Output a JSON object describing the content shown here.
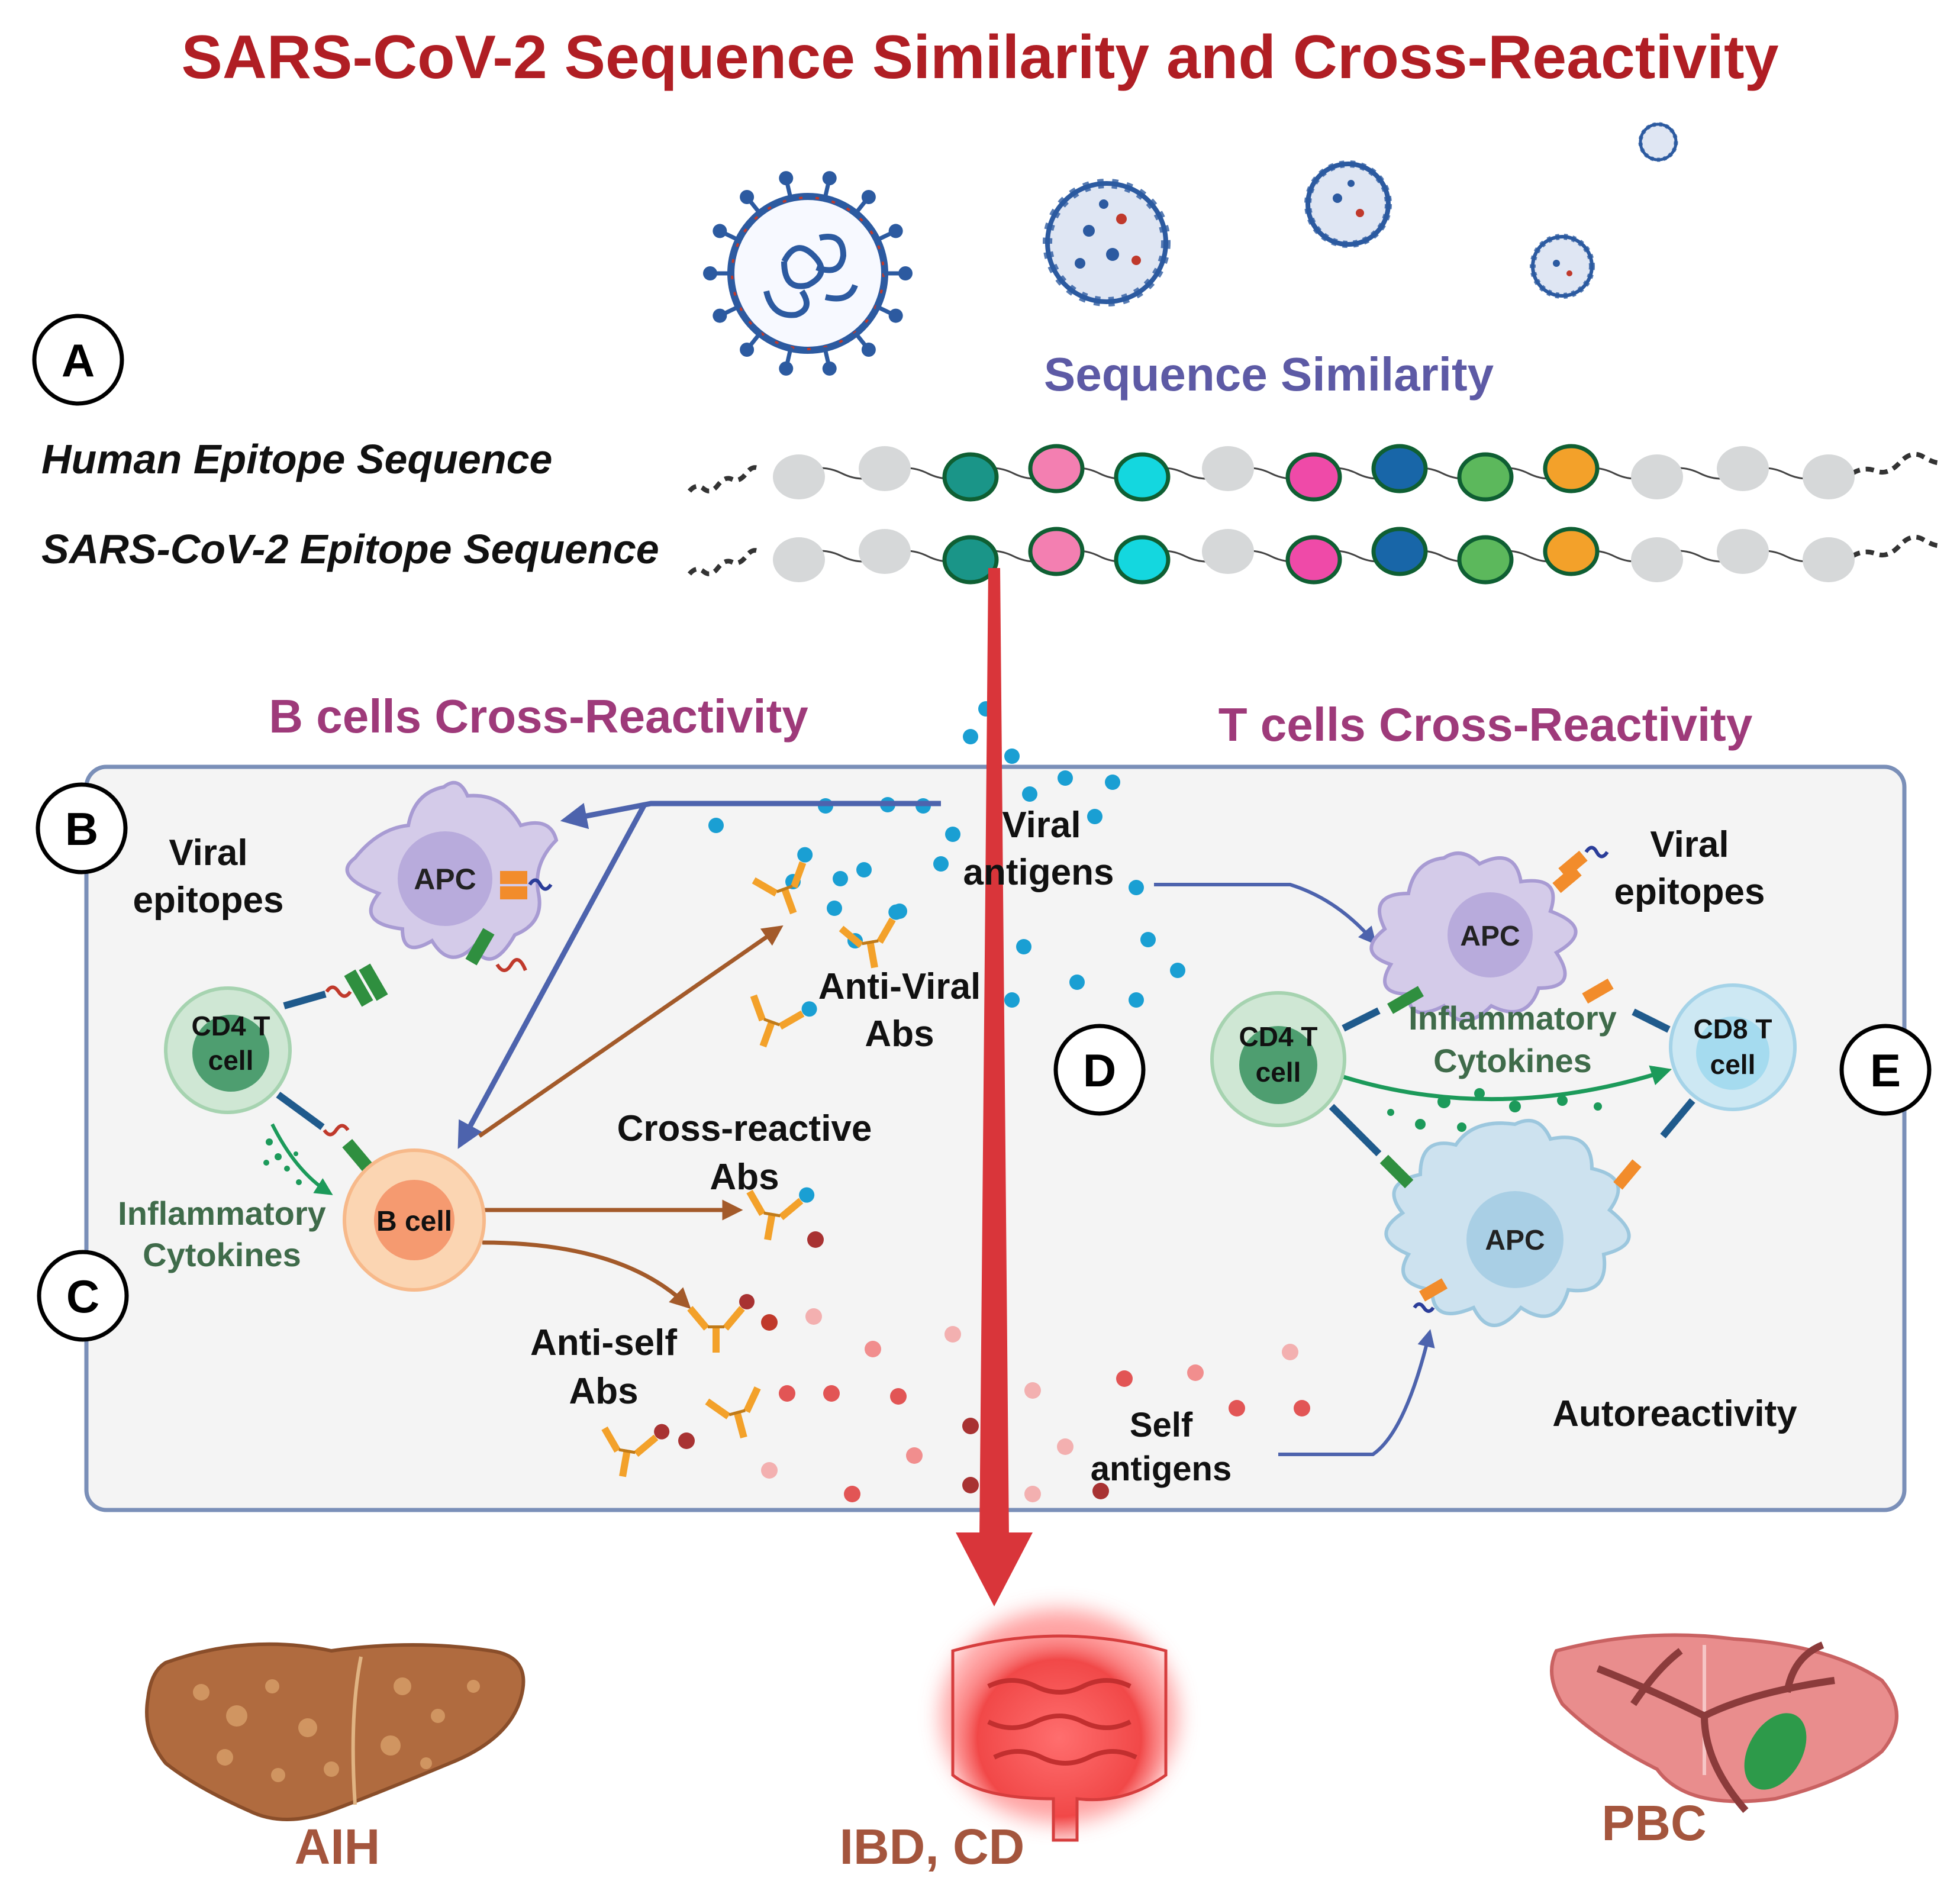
{
  "title": "SARS-CoV-2 Sequence Similarity and Cross-Reactivity",
  "colors": {
    "title": "#b01e24",
    "sequence_label": "#5d5aa5",
    "section_label": "#9e3a7a",
    "disease_label": "#a4553d",
    "cytokine_label": "#3f6b4a",
    "red_arrow": "#d9353a",
    "blue_arrow": "#4d63ad",
    "brown_arrow": "#a35a2a",
    "green_arrow": "#1c9a5a",
    "panel_border": "#7a8fb8",
    "panel_fill": "#f4f4f4"
  },
  "panel_labels": {
    "a": "A",
    "b": "B",
    "c": "C",
    "d": "D",
    "e": "E"
  },
  "sequences": {
    "heading": "Sequence Similarity",
    "human_label": "Human Epitope Sequence",
    "viral_label": "SARS-CoV-2 Epitope Sequence",
    "bead_colors": [
      "#d6d8d9",
      "#d6d8d9",
      "#1a9588",
      "#f37fb1",
      "#14d7df",
      "#d6d8d9",
      "#ef4aa8",
      "#1866a8",
      "#5cb85c",
      "#f3a12a",
      "#d6d8d9",
      "#d6d8d9",
      "#d6d8d9"
    ]
  },
  "b_section": {
    "title": "B cells Cross-Reactivity",
    "viral_epitopes": [
      "Viral",
      "epitopes"
    ],
    "apc": "APC",
    "cd4": [
      "CD4 T",
      "cell"
    ],
    "b_cell": "B cell",
    "cytokines": [
      "Inflammatory",
      "Cytokines"
    ],
    "anti_viral": [
      "Anti-Viral",
      "Abs"
    ],
    "cross_reactive": [
      "Cross-reactive",
      "Abs"
    ],
    "anti_self": [
      "Anti-self",
      "Abs"
    ]
  },
  "center": {
    "viral_antigens": [
      "Viral",
      "antigens"
    ],
    "self_antigens": [
      "Self",
      "antigens"
    ]
  },
  "t_section": {
    "title": "T cells Cross-Reactivity",
    "viral_epitopes": [
      "Viral",
      "epitopes"
    ],
    "apc_top": "APC",
    "apc_bottom": "APC",
    "cd4": [
      "CD4 T",
      "cell"
    ],
    "cd8": [
      "CD8 T",
      "cell"
    ],
    "cytokines": [
      "Inflammatory",
      "Cytokines"
    ],
    "autoreactivity": "Autoreactivity"
  },
  "diseases": {
    "left": "AIH",
    "center": "IBD, CD",
    "right": "PBC"
  }
}
